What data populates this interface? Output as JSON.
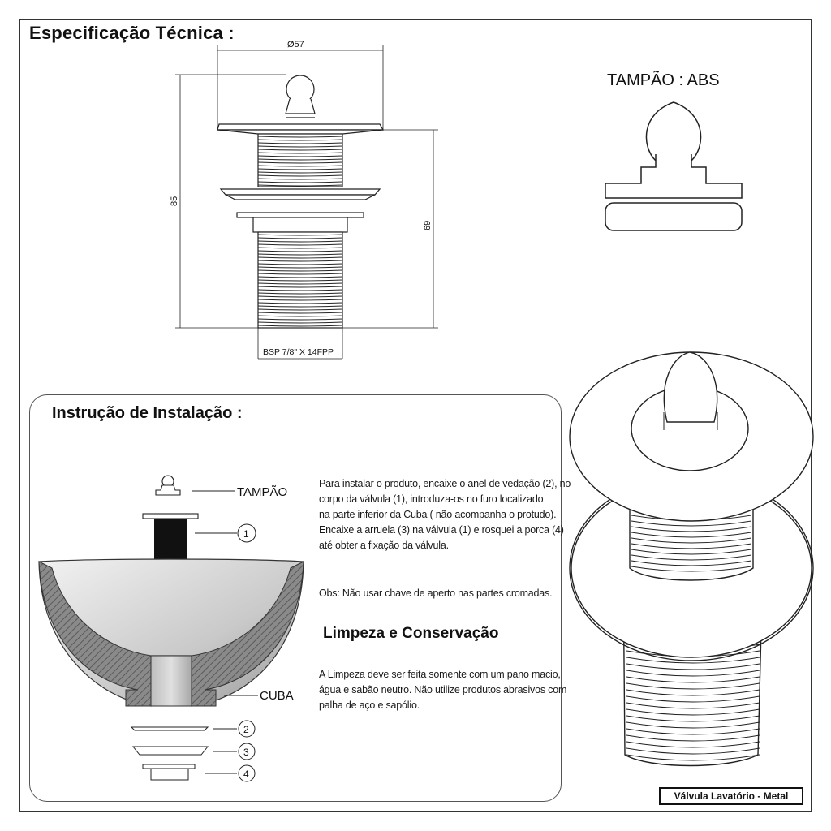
{
  "header": {
    "title": "Especificação Técnica :"
  },
  "tech_drawing": {
    "diameter_label": "Ø57",
    "height_total": "85",
    "height_body": "69",
    "thread_label": "BSP 7/8\" X 14FPP"
  },
  "tampao_detail": {
    "title": "TAMPÃO : ABS"
  },
  "installation": {
    "title": "Instrução de Instalação :",
    "labels": {
      "tampao": "TAMPÃO",
      "part1": "1",
      "cuba": "CUBA",
      "part2": "2",
      "part3": "3",
      "part4": "4"
    },
    "paragraph_lines": [
      "Para instalar o produto, encaixe o anel de vedação (2), no",
      "corpo da válvula (1), introduza-os no furo localizado",
      "na parte inferior da Cuba ( não acompanha o protudo).",
      "Encaixe a arruela (3) na válvula (1) e rosquei a porca (4)",
      "até obter a fixação da válvula."
    ],
    "obs": "Obs: Não usar chave de aperto nas partes cromadas."
  },
  "cleaning": {
    "title": "Limpeza e Conservação",
    "lines": [
      "A Limpeza deve ser feita somente com um pano macio,",
      "água e sabão neutro. Não utilize produtos abrasivos com",
      "palha de aço e sapólio."
    ]
  },
  "product_badge": "Válvula Lavatório - Metal"
}
